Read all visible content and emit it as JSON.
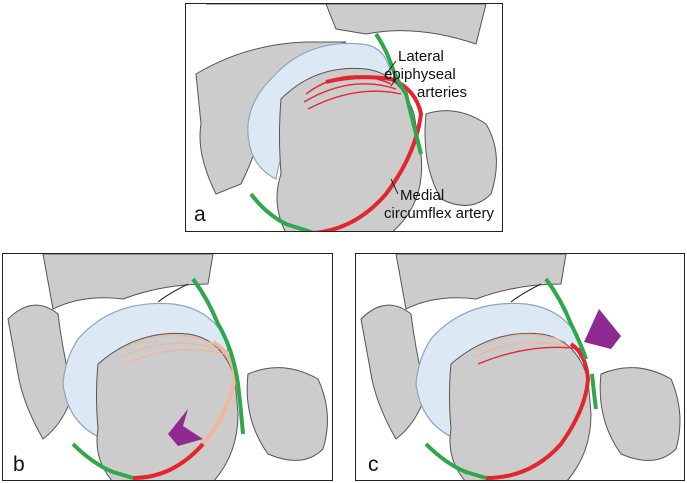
{
  "panels": [
    {
      "id": "a",
      "letter": "a"
    },
    {
      "id": "b",
      "letter": "b"
    },
    {
      "id": "c",
      "letter": "c"
    }
  ],
  "labels": {
    "lateral_epiphyseal_arteries": [
      "Lateral",
      "epiphyseal",
      "arteries"
    ],
    "medial_circumflex_artery": [
      "Medial",
      "circumflex artery"
    ]
  },
  "colors": {
    "bone": "#cccccc",
    "bone_outline": "#555555",
    "cartilage": "#dce9f5",
    "cartilage_outline": "#8aa6c1",
    "artery": "#e3262d",
    "artery_faded": "#f2b69c",
    "vessel_green": "#2ea84a",
    "obstruction": "#8e2a92"
  }
}
